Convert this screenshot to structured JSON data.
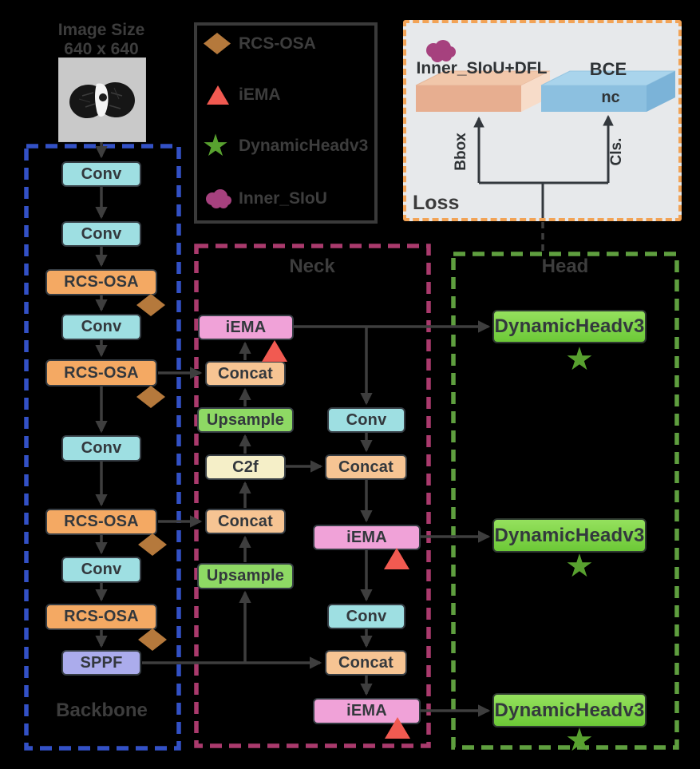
{
  "figure": {
    "background_color": "#000000",
    "text_color": "#3d3d3d"
  },
  "input_image": {
    "caption_line1": "Image Size",
    "caption_line2": "640 x 640",
    "content": "lung-ct-slice"
  },
  "legend": {
    "items": [
      {
        "icon": "diamond-icon",
        "label": "RCS-OSA",
        "color": "#b5793c"
      },
      {
        "icon": "triangle-icon",
        "label": "iEMA",
        "color": "#f15a51"
      },
      {
        "icon": "star-icon",
        "label": "DynamicHeadv3",
        "color": "#58a12f"
      },
      {
        "icon": "cloud-icon",
        "label": "Inner_SIoU",
        "color": "#a6417e"
      }
    ]
  },
  "loss_panel": {
    "title": "Loss",
    "bbox_branch_label": "Bbox",
    "cls_branch_label": "Cls.",
    "bbox_loss_label": "Inner_SIoU+DFL",
    "cls_loss_label": "BCE",
    "nc_label": "nc",
    "border_color": "#f2a356",
    "background_color": "#e7e9eb"
  },
  "regions": {
    "backbone": {
      "label": "Backbone",
      "border_color": "#3351c6"
    },
    "neck": {
      "label": "Neck",
      "border_color": "#aa3a6d"
    },
    "head": {
      "label": "Head",
      "border_color": "#5f9f3f"
    }
  },
  "backbone": {
    "nodes": [
      {
        "label": "Conv"
      },
      {
        "label": "Conv"
      },
      {
        "label": "RCS-OSA"
      },
      {
        "label": "Conv"
      },
      {
        "label": "RCS-OSA"
      },
      {
        "label": "Conv"
      },
      {
        "label": "RCS-OSA"
      },
      {
        "label": "Conv"
      },
      {
        "label": "RCS-OSA"
      },
      {
        "label": "SPPF"
      }
    ]
  },
  "neck": {
    "nodes": [
      {
        "label": "iEMA"
      },
      {
        "label": "Concat"
      },
      {
        "label": "Upsample"
      },
      {
        "label": "C2f"
      },
      {
        "label": "Concat"
      },
      {
        "label": "Upsample"
      },
      {
        "label": "Conv"
      },
      {
        "label": "Concat"
      },
      {
        "label": "iEMA"
      },
      {
        "label": "Conv"
      },
      {
        "label": "Concat"
      },
      {
        "label": "iEMA"
      }
    ]
  },
  "head": {
    "nodes": [
      {
        "label": "DynamicHeadv3"
      },
      {
        "label": "DynamicHeadv3"
      },
      {
        "label": "DynamicHeadv3"
      }
    ]
  },
  "node_colors": {
    "conv": "#9edfe2",
    "rcs_osa": "#f4a963",
    "concat": "#f6c493",
    "upsample": "#8ed964",
    "c2f": "#f5efc8",
    "iema": "#f0a2d8",
    "sppf": "#abacec",
    "dynamic_head": "#7ed048",
    "arrow": "#3e3e3e"
  }
}
